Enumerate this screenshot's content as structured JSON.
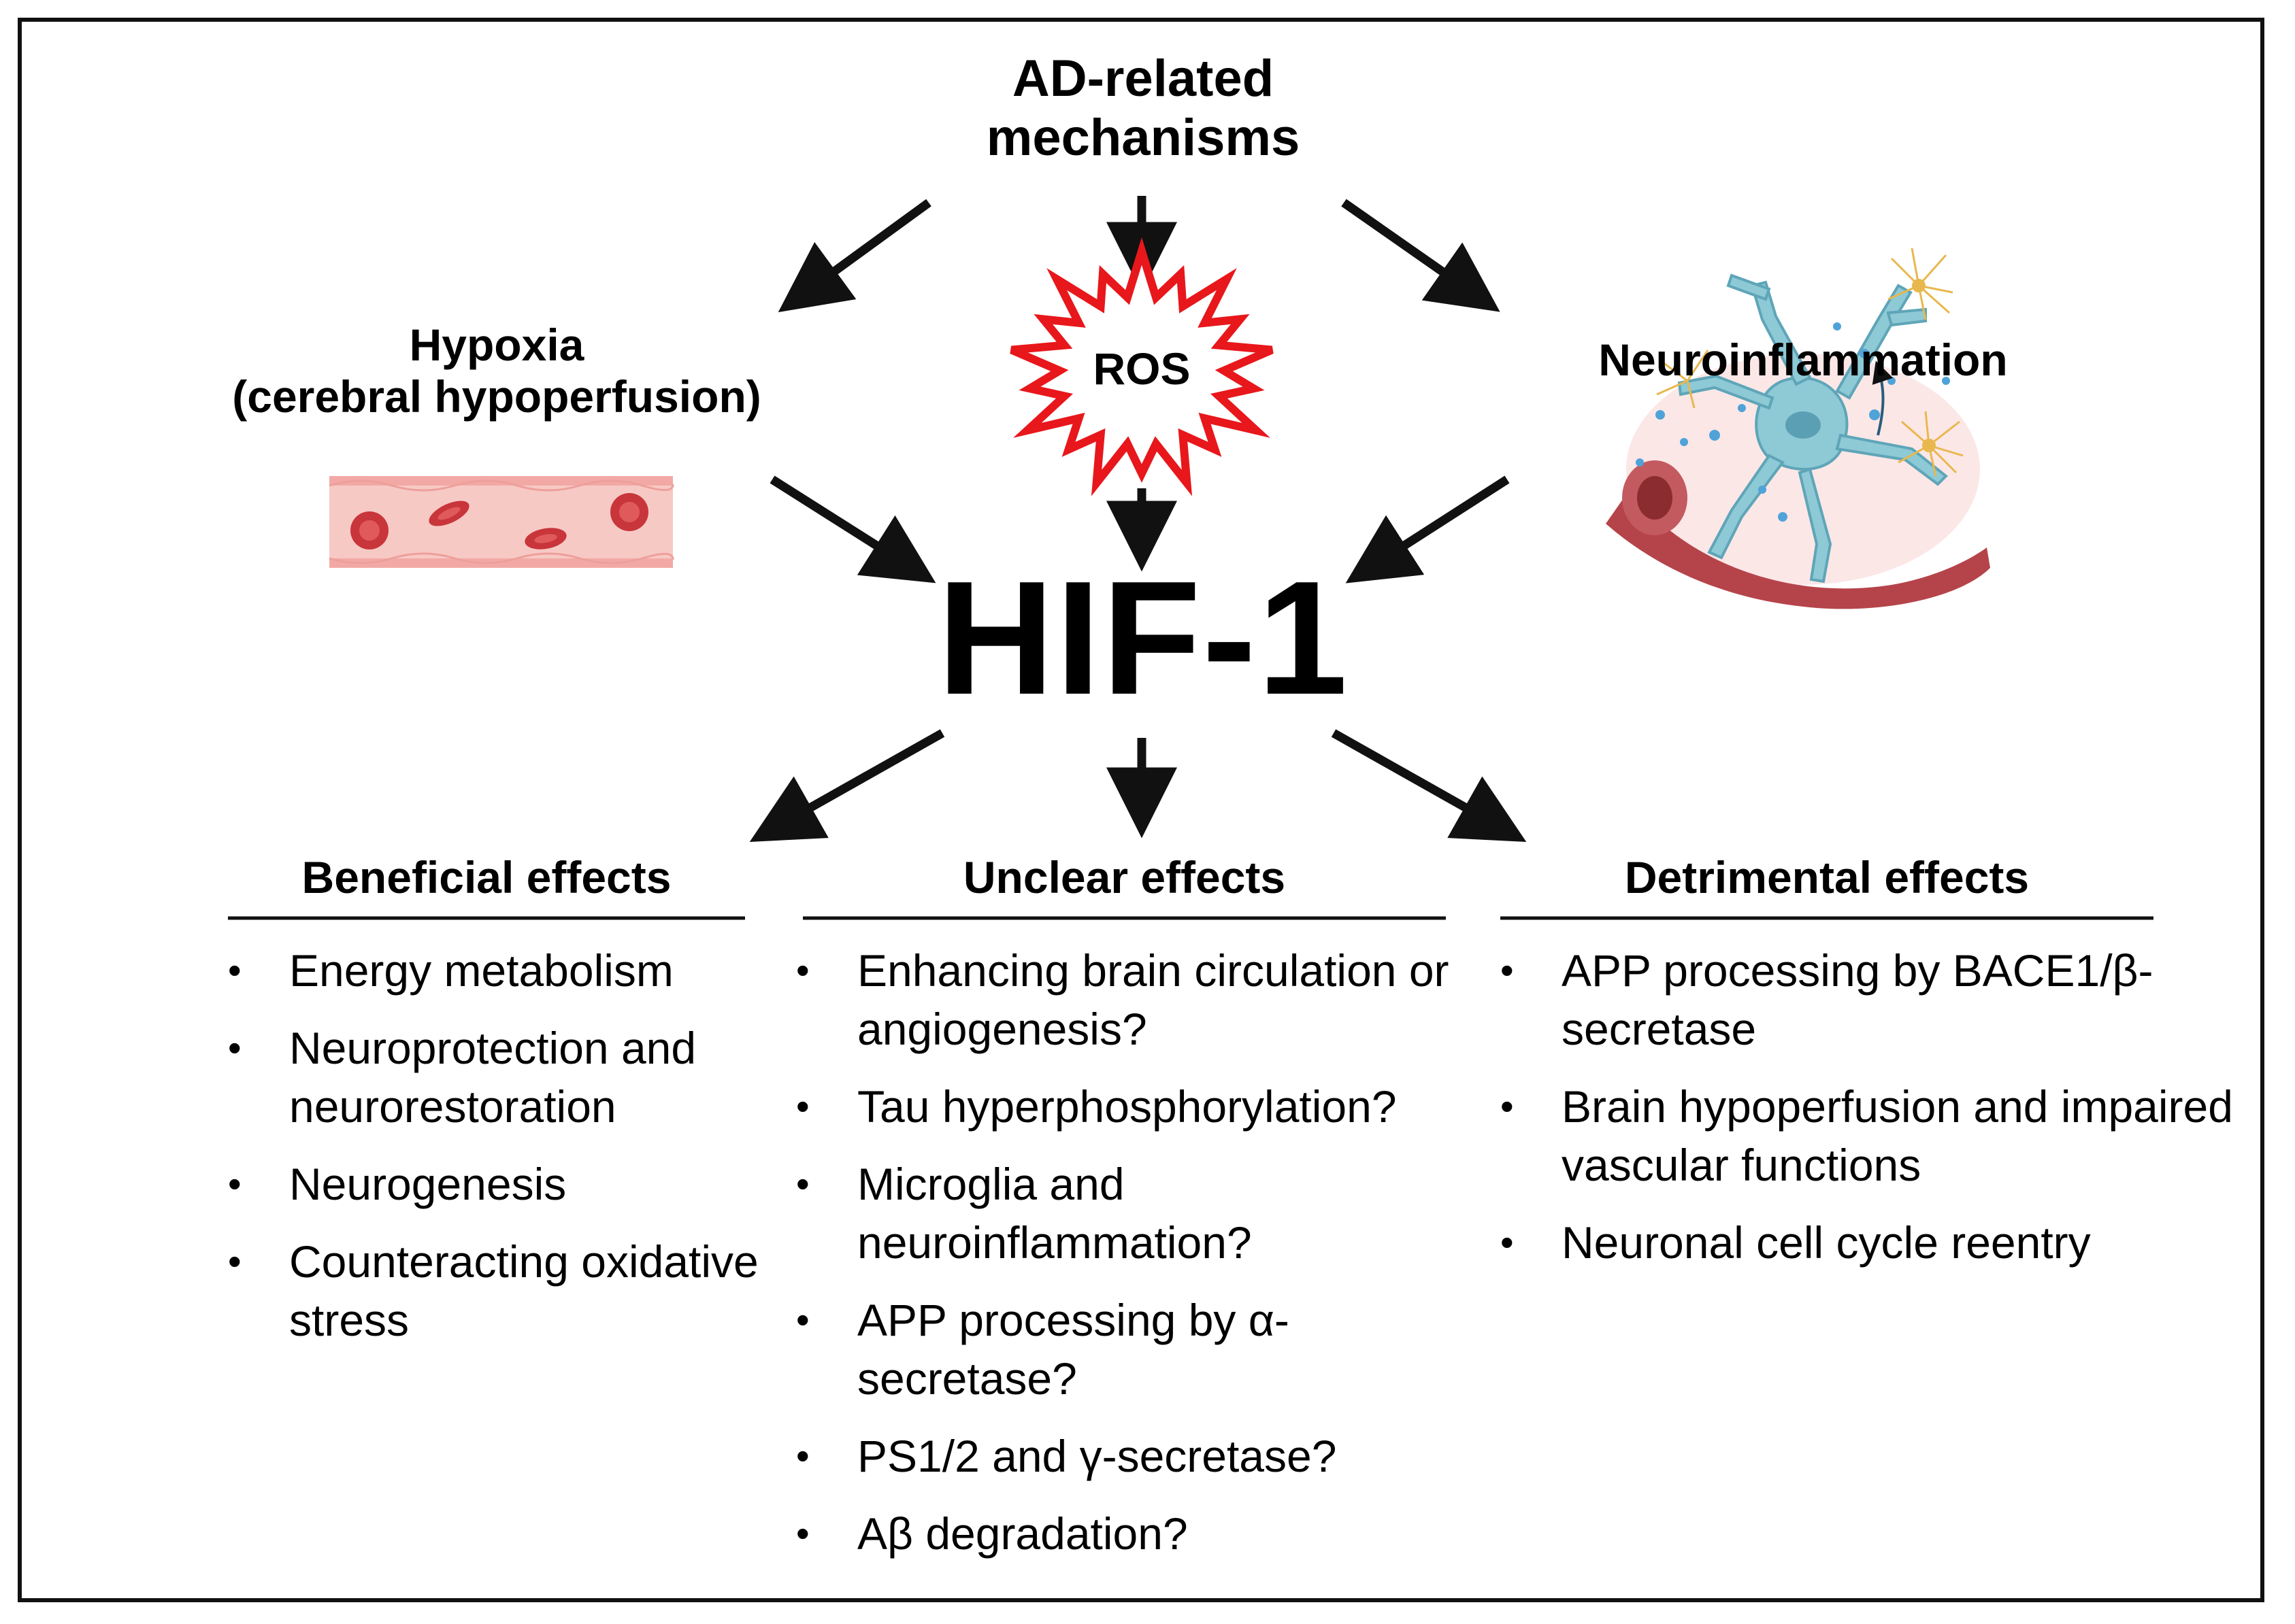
{
  "diagram": {
    "top_title": "AD-related mechanisms",
    "hypoxia": {
      "line1": "Hypoxia",
      "line2": "(cerebral hypoperfusion)"
    },
    "ros": "ROS",
    "neuroinflammation": "Neuroinflammation",
    "center": "HIF-1"
  },
  "columns": {
    "beneficial": {
      "title": "Beneficial effects",
      "items": [
        "Energy metabolism",
        "Neuroprotection and neurorestoration",
        "Neurogenesis",
        "Counteracting oxidative stress"
      ]
    },
    "unclear": {
      "title": "Unclear effects",
      "items": [
        "Enhancing brain circulation or angiogenesis?",
        "Tau hyperphosphorylation?",
        "Microglia and neuroinflammation?",
        "APP processing by α-secretase?",
        "PS1/2 and γ-secretase?",
        "Aβ degradation?"
      ]
    },
    "detrimental": {
      "title": "Detrimental effects",
      "items": [
        "APP processing by BACE1/β-secretase",
        "Brain hypoperfusion and impaired vascular functions",
        "Neuronal cell cycle reentry"
      ]
    }
  },
  "colors": {
    "arrow": "#111111",
    "ros_burst_stroke": "#e8171b",
    "vessel_pink": "#f7c9c4",
    "red_cell": "#d13a3d",
    "neuron_blue": "#8ec9d6",
    "astrocyte": "#e8b84e",
    "artery": "#b5444a"
  },
  "icons": [
    "blood-vessel-icon",
    "ros-burst-icon",
    "neuron-inflammation-icon"
  ]
}
